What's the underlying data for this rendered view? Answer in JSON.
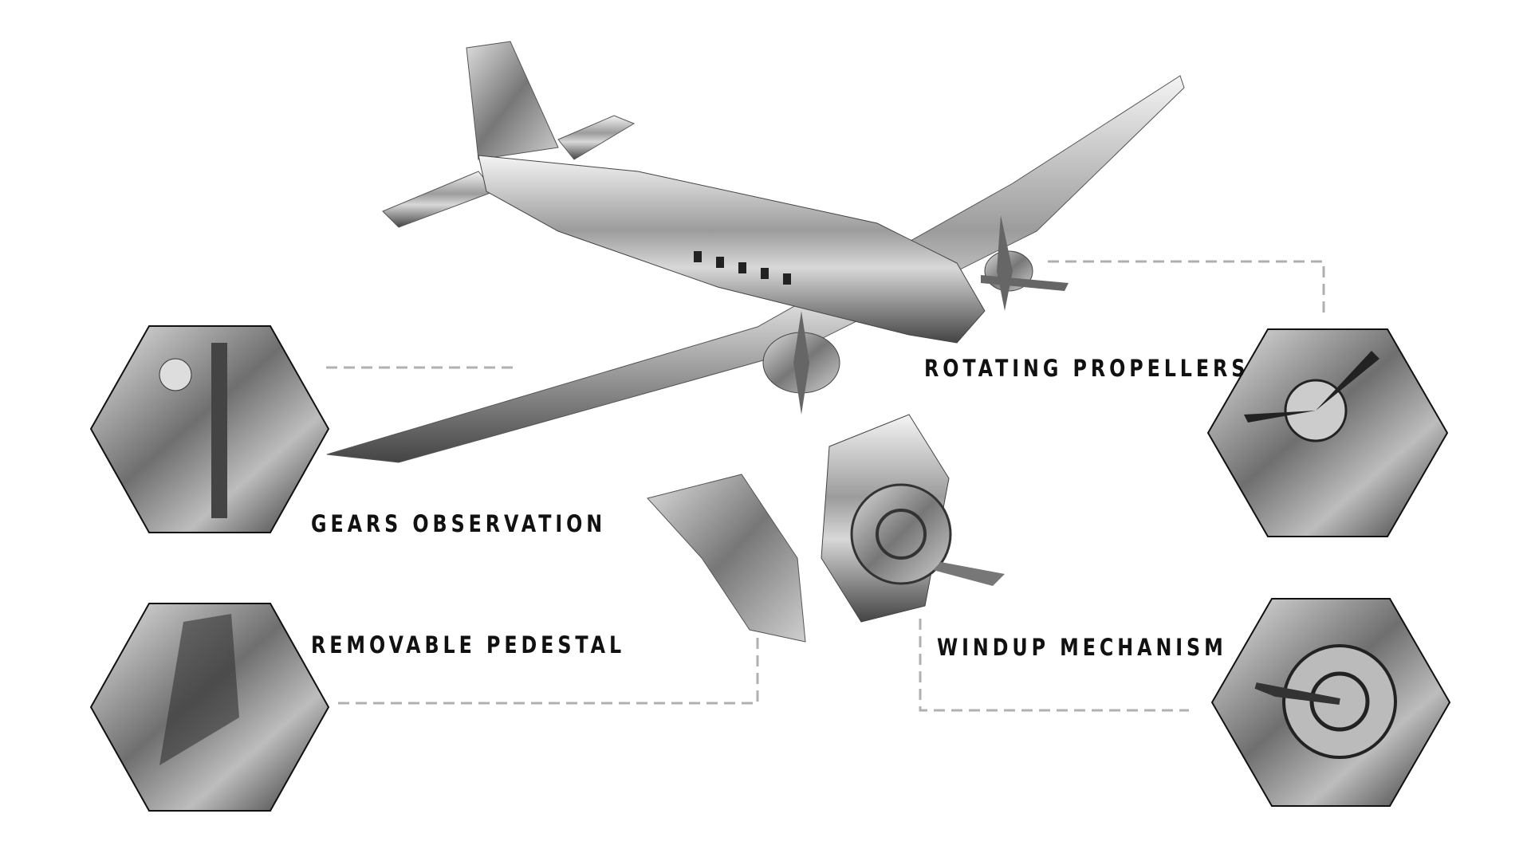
{
  "features": [
    {
      "label": "ROTATING PROPELLERS",
      "icon": "propeller-closeup"
    },
    {
      "label": "GEARS OBSERVATION",
      "icon": "gears-closeup"
    },
    {
      "label": "REMOVABLE PEDESTAL",
      "icon": "pedestal-closeup"
    },
    {
      "label": "WINDUP MECHANISM",
      "icon": "windup-closeup"
    }
  ],
  "colors": {
    "text": "#111111",
    "dash": "#b0b0b0",
    "metal": "#9a9a9a"
  }
}
